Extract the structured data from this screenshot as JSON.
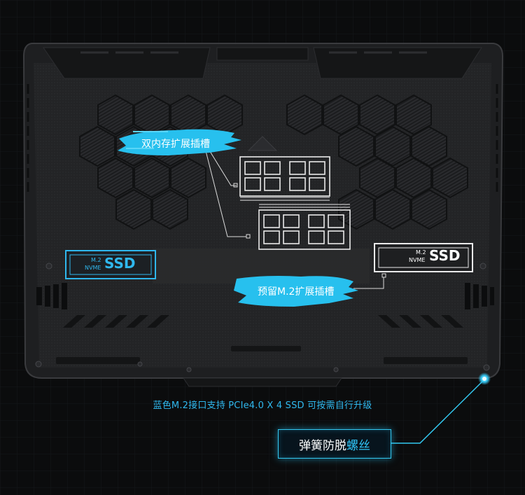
{
  "labels": {
    "dual_ram_slots": "双内存扩展插槽",
    "reserved_m2_slot": "预留M.2扩展插槽"
  },
  "ssd_left": {
    "m2": "M.2",
    "nvme": "NVME",
    "ssd": "SSD"
  },
  "ssd_right": {
    "m2": "M.2",
    "nvme": "NVME",
    "ssd": "SSD"
  },
  "caption": "蓝色M.2接口支持 PCIe4.0 X 4 SSD 可按需自行升级",
  "callout": {
    "part1": "弹簧防脱",
    "part2": "螺丝"
  },
  "colors": {
    "accent": "#2fb8ee",
    "background": "#0b0c0d",
    "chassis": "#1c1d1f"
  }
}
